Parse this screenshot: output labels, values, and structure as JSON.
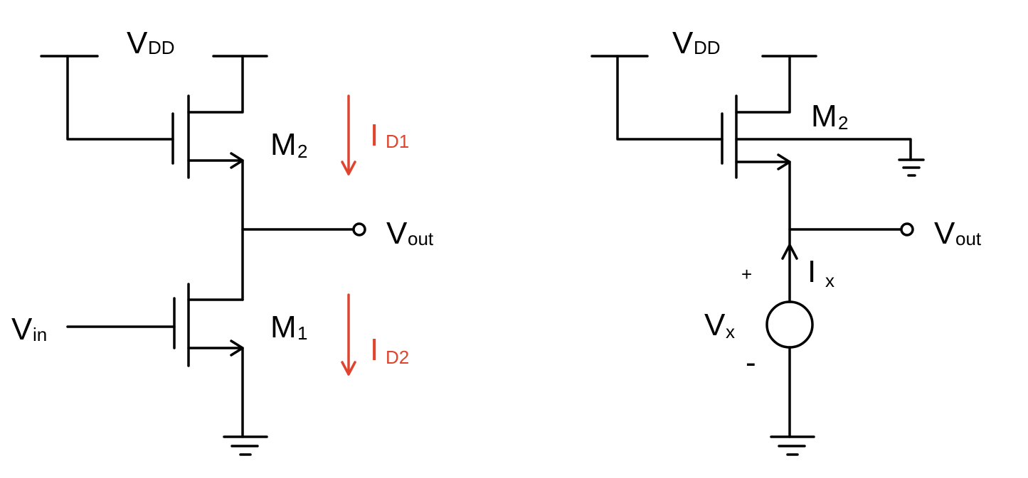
{
  "left_circuit": {
    "supply": {
      "main": "V",
      "sub": "DD"
    },
    "m2": {
      "main": "M",
      "sub": "2"
    },
    "m1": {
      "main": "M",
      "sub": "1"
    },
    "output": {
      "main": "V",
      "sub": "out"
    },
    "input": {
      "main": "V",
      "sub": "in"
    },
    "current_1": {
      "main": "I",
      "sub": "D1"
    },
    "current_2": {
      "main": "I",
      "sub": "D2"
    }
  },
  "right_circuit": {
    "supply": {
      "main": "V",
      "sub": "DD"
    },
    "m2": {
      "main": "M",
      "sub": "2"
    },
    "output": {
      "main": "V",
      "sub": "out"
    },
    "test_source": {
      "main": "V",
      "sub": "x"
    },
    "test_current": {
      "main": "I",
      "sub": "x"
    },
    "plus": "+",
    "minus": "-"
  },
  "colors": {
    "wire": "#000000",
    "current_arrow": "#e0442f"
  }
}
